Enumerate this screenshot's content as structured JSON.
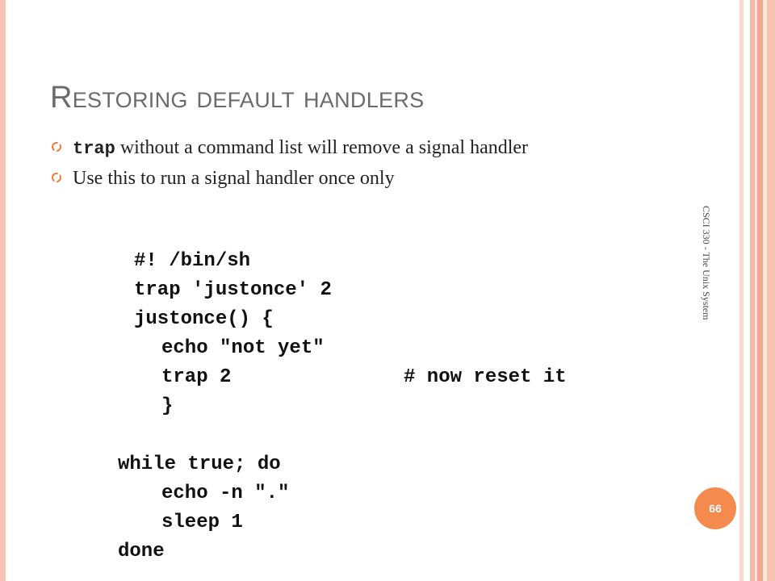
{
  "slide": {
    "title": "Restoring default handlers",
    "bullets": [
      {
        "keyword": "trap",
        "text": " without a command list will remove a signal handler"
      },
      {
        "keyword": "",
        "text": "Use this to run a signal handler once only"
      }
    ],
    "code_lines": [
      "#! /bin/sh",
      "trap 'justonce' 2",
      "justonce() {",
      "echo \"not yet\"",
      "trap 2",
      "# now reset it",
      "}",
      "while true; do",
      "echo -n \".\"",
      "sleep 1",
      "done"
    ],
    "side_caption": "CSCI 330 - The Unix System",
    "page_number": "66"
  },
  "colors": {
    "accent": "#f58a4e",
    "title": "#6b6b6b",
    "stripe": "#f5b8a6"
  }
}
